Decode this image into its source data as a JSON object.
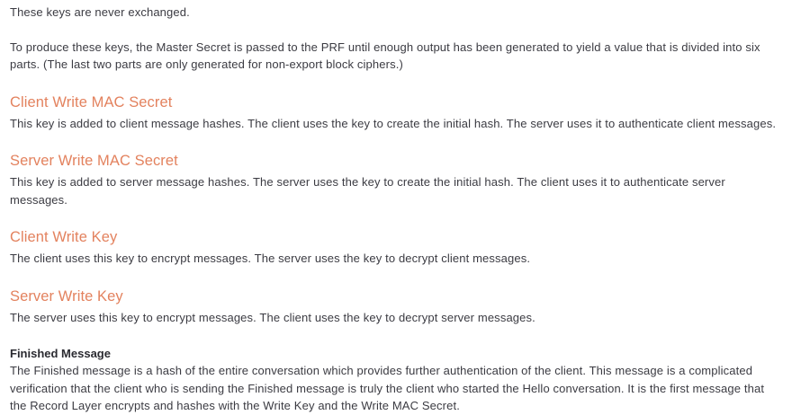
{
  "document": {
    "colors": {
      "heading_accent": "#e3825e",
      "body_text": "#3b3b42",
      "bold_heading": "#2b2b31",
      "background": "#ffffff"
    },
    "intro": {
      "paragraph_1": "These keys are never exchanged.",
      "paragraph_2": "To produce these keys, the Master Secret is passed to the PRF until enough output has been generated to yield a value that is divided into six parts. (The last two parts are only generated for non-export block ciphers.)"
    },
    "sections": [
      {
        "heading": "Client Write MAC Secret",
        "body": "This key is added to client message hashes. The client uses the key to create the initial hash. The server uses it to authenticate client messages."
      },
      {
        "heading": "Server Write MAC Secret",
        "body": "This key is added to server message hashes. The server uses the key to create the initial hash. The client uses it to authenticate server messages."
      },
      {
        "heading": "Client Write Key",
        "body": "The client uses this key to encrypt messages. The server uses the key to decrypt client messages."
      },
      {
        "heading": "Server Write Key",
        "body": "The server uses this key to encrypt messages. The client uses the key to decrypt server messages."
      }
    ],
    "finished_message": {
      "heading": "Finished Message",
      "body": "The Finished message is a hash of the entire conversation which provides further authentication of the client. This message is a complicated verification that the client who is sending the Finished message is truly the client who started the Hello conversation. It is the first message that the Record Layer encrypts and hashes with the Write Key and the Write MAC Secret."
    }
  }
}
